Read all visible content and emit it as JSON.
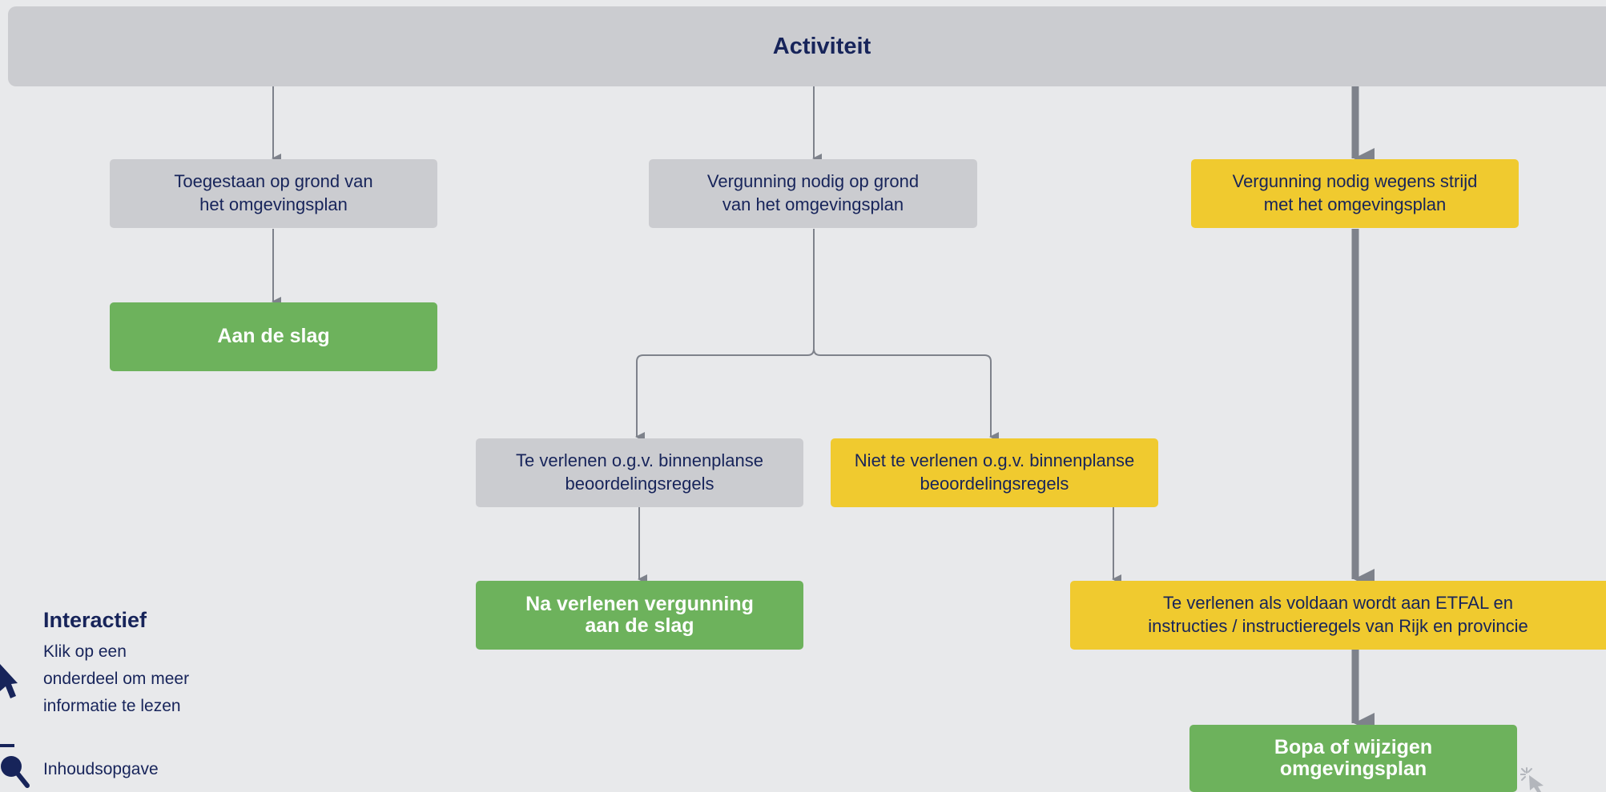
{
  "header": {
    "title": "Activiteit"
  },
  "flow": {
    "allowed": "Toegestaan op grond van\nhet omgevingsplan",
    "permit_required": "Vergunning nodig op grond\nvan het omgevingsplan",
    "permit_conflict": "Vergunning nodig wegens strijd\nmet het omgevingsplan",
    "start_work": "Aan de slag",
    "grantable_internal": "Te verlenen o.g.v. binnenplanse\nbeoordelingsregels",
    "not_grantable_internal": "Niet te verlenen o.g.v. binnenplanse\nbeoordelingsregels",
    "start_after_permit": "Na verlenen vergunning\naan de slag",
    "grantable_etfal": "Te verlenen als voldaan wordt aan ETFAL en\ninstructies / instructieregels van Rijk en provincie",
    "bopa_or_change": "Bopa of wijzigen\nomgevingsplan"
  },
  "legend": {
    "title": "Interactief",
    "description": "Klik op een\nonderdeel om meer\ninformatie te lezen",
    "toc_label": "Inhoudsopgave"
  },
  "colors": {
    "background": "#e8e9eb",
    "gray_box": "#cbccd0",
    "yellow_box": "#f0ca2f",
    "green_box": "#6db25c",
    "text_navy": "#17245a",
    "connector": "#7e828b"
  },
  "icons": {
    "legend": "pointer-cursor-icon",
    "toc": "magnifier-icon",
    "corner": "click-cursor-icon"
  }
}
